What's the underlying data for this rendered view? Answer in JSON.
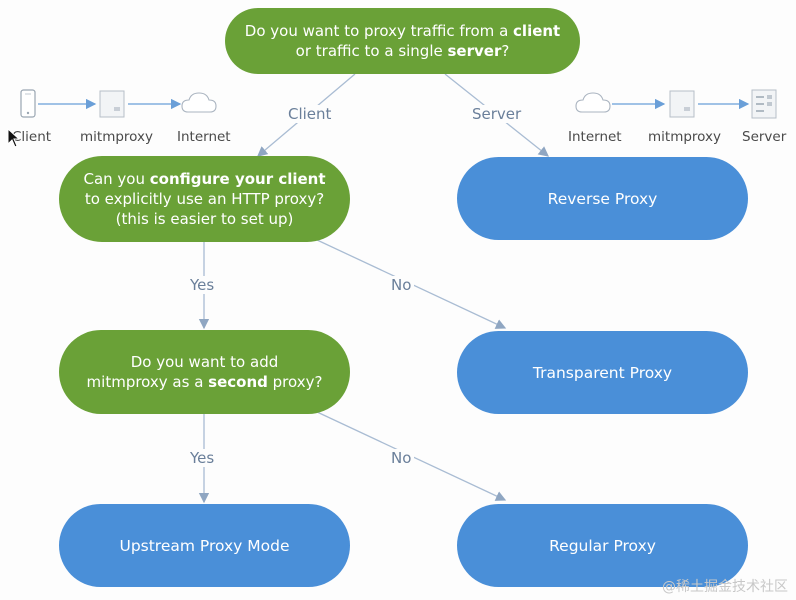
{
  "nodes": {
    "root_q": {
      "line1_pre": "Do you want to proxy traffic from a ",
      "line1_bold": "client",
      "line2_pre": "or traffic to a single ",
      "line2_bold": "server",
      "line2_post": "?"
    },
    "configure_q": {
      "line1_pre": "Can you ",
      "line1_bold": "configure your client",
      "line2": "to explicitly use an HTTP proxy?",
      "line3": "(this is easier to set up)"
    },
    "second_q": {
      "line1": "Do you want to add",
      "line2_pre": "mitmproxy as a ",
      "line2_bold": "second",
      "line2_post": " proxy?"
    },
    "reverse_proxy": "Reverse Proxy",
    "transparent_proxy": "Transparent Proxy",
    "upstream_proxy": "Upstream Proxy Mode",
    "regular_proxy": "Regular Proxy"
  },
  "edges": {
    "client": "Client",
    "server": "Server",
    "yes1": "Yes",
    "no1": "No",
    "yes2": "Yes",
    "no2": "No"
  },
  "left_devices": {
    "client": "Client",
    "mitmproxy": "mitmproxy",
    "internet": "Internet"
  },
  "right_devices": {
    "internet": "Internet",
    "mitmproxy": "mitmproxy",
    "server": "Server"
  },
  "watermark": "@稀土掘金技术社区",
  "colors": {
    "question": "#6aa137",
    "answer": "#4a8fd8",
    "connector": "#8fa6c2"
  }
}
